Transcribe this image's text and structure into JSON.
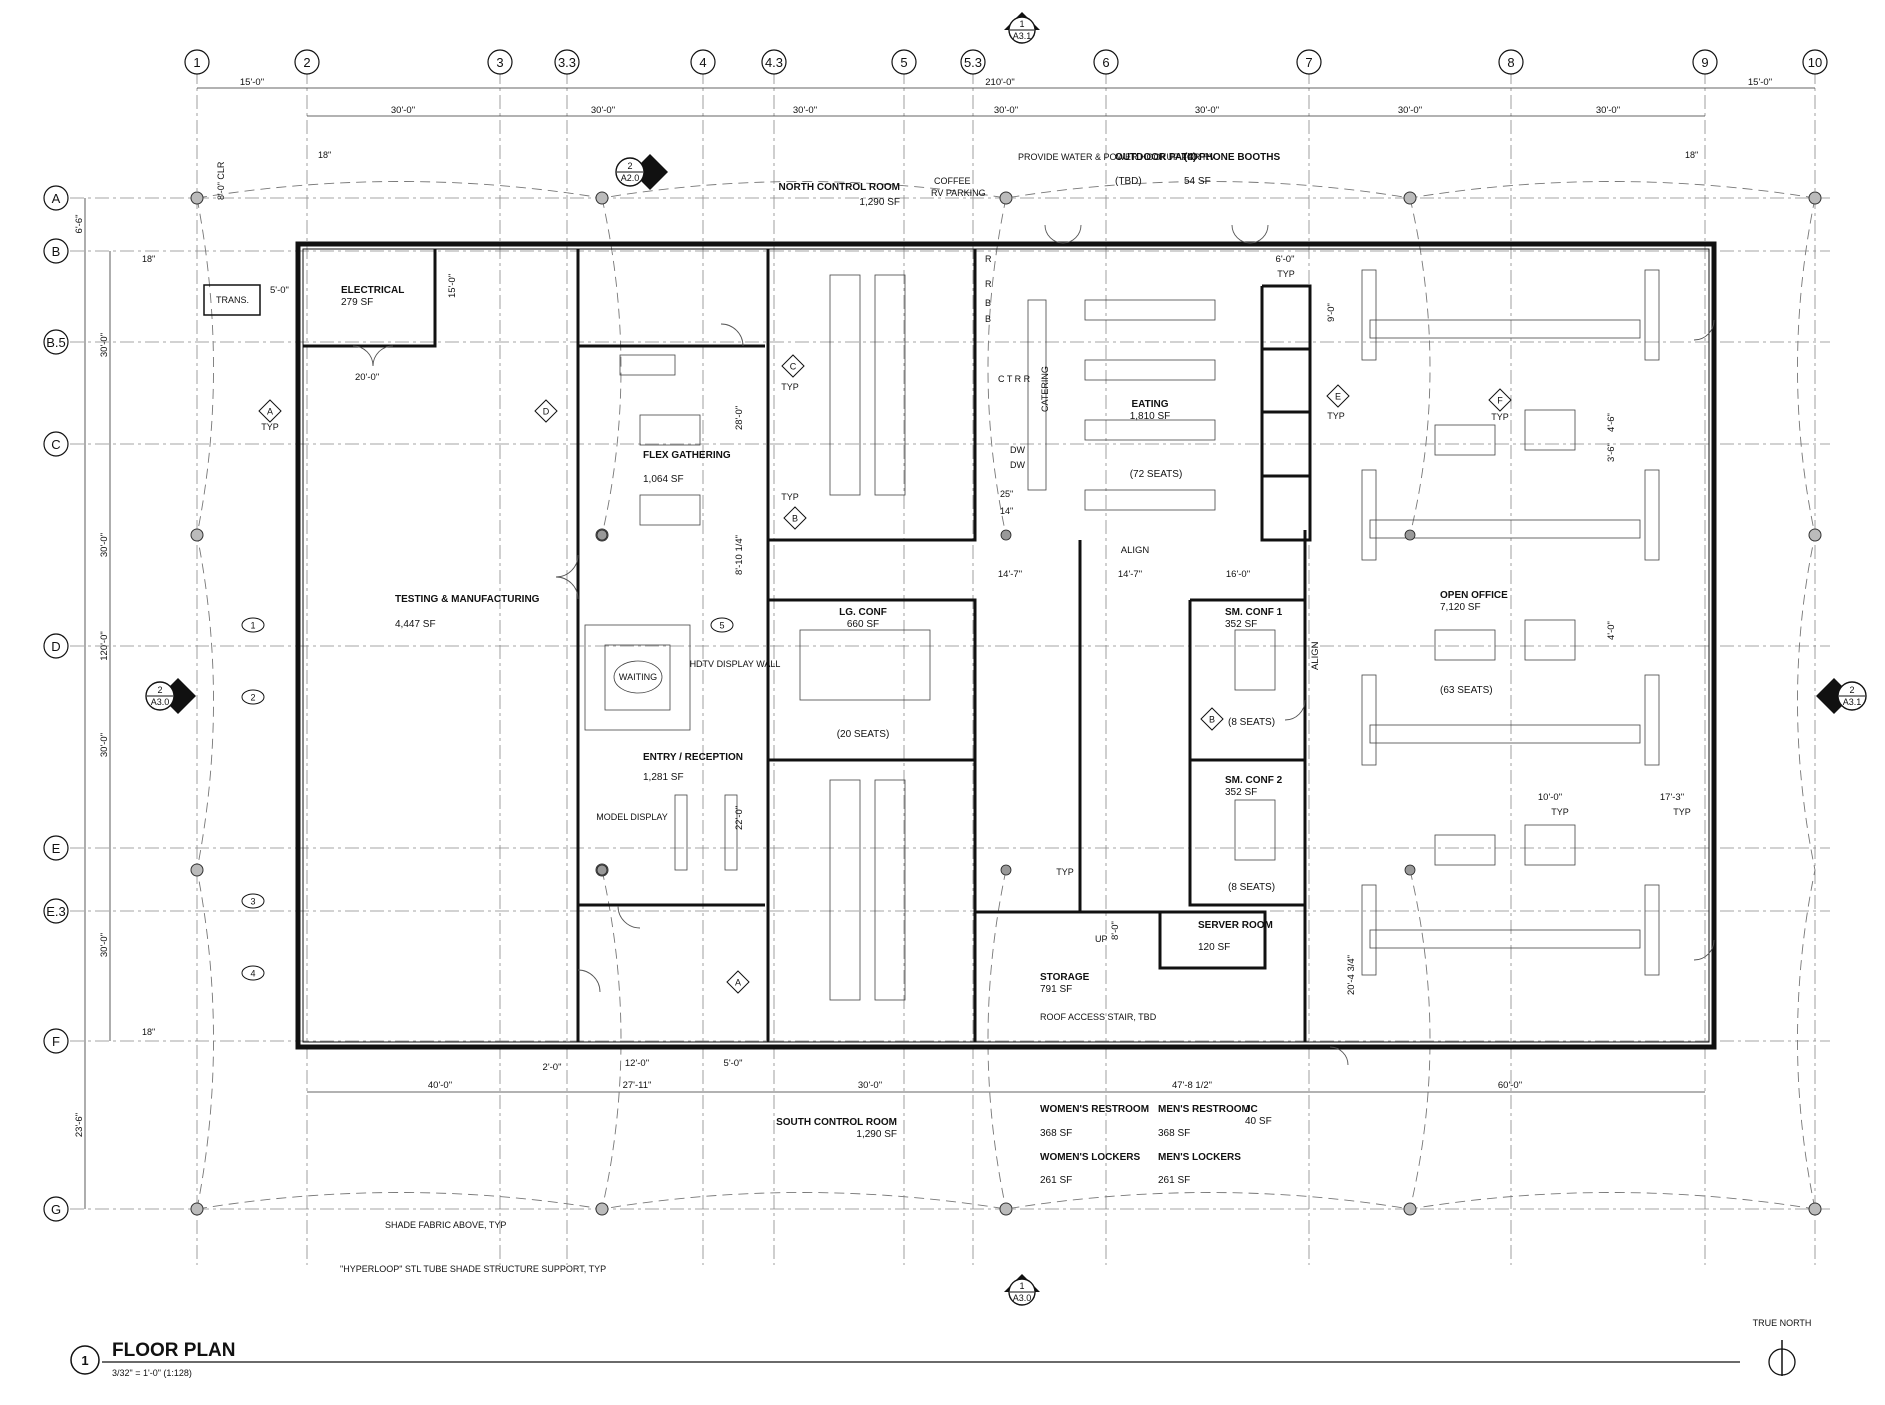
{
  "grid": {
    "columns": [
      "1",
      "2",
      "3",
      "3.3",
      "4",
      "4.3",
      "5",
      "5.3",
      "6",
      "7",
      "8",
      "9",
      "10"
    ],
    "rows": [
      "A",
      "B",
      "B.5",
      "C",
      "D",
      "E",
      "E.3",
      "F",
      "G"
    ]
  },
  "dimensions": {
    "overall": "210'-0\"",
    "bay": "30'-0\"",
    "end_bay": "15'-0\"",
    "left_total": "120'-0\"",
    "left_a_b": "6'-6\"",
    "left_f_g": "23'-6\"",
    "bottom": [
      "40'-0\"",
      "12'-0\"",
      "27'-11\"",
      "5'-0\"",
      "2'-0\"",
      "30'-0\"",
      "47'-8 1/2\"",
      "60'-0\""
    ],
    "misc": [
      "18\"",
      "5'-0\"",
      "15'-0\"",
      "20'-0\"",
      "28'-0\"",
      "8'-10 1/4\"",
      "22'-0\"",
      "14'-7\"",
      "16'-0\"",
      "6'-0\"",
      "9'-0\"",
      "10'-0\"",
      "17'-3\"",
      "4'-6\"",
      "3'-6\"",
      "4'-0\"",
      "20'-4 3/4\"",
      "25\"",
      "14\"",
      "8'-0\"",
      "ALIGN",
      "TYP"
    ]
  },
  "rooms": [
    {
      "name": "ELECTRICAL",
      "area": "279 SF"
    },
    {
      "name": "TESTING & MANUFACTURING",
      "area": "4,447 SF"
    },
    {
      "name": "FLEX GATHERING",
      "area": "1,064 SF"
    },
    {
      "name": "ENTRY / RECEPTION",
      "area": "1,281 SF"
    },
    {
      "name": "NORTH CONTROL ROOM",
      "area": "1,290 SF"
    },
    {
      "name": "SOUTH CONTROL ROOM",
      "area": "1,290 SF"
    },
    {
      "name": "LG. CONF",
      "area": "660 SF",
      "seats": "(20 SEATS)"
    },
    {
      "name": "EATING",
      "area": "1,810 SF",
      "seats": "(72 SEATS)"
    },
    {
      "name": "SM. CONF 1",
      "area": "352 SF",
      "seats": "(8 SEATS)"
    },
    {
      "name": "SM. CONF 2",
      "area": "352 SF",
      "seats": "(8 SEATS)"
    },
    {
      "name": "OPEN OFFICE",
      "area": "7,120 SF",
      "seats": "(63 SEATS)"
    },
    {
      "name": "SERVER ROOM",
      "area": "120 SF"
    },
    {
      "name": "STORAGE",
      "area": "791 SF"
    },
    {
      "name": "WOMEN'S RESTROOM",
      "area": "368 SF"
    },
    {
      "name": "WOMEN'S LOCKERS",
      "area": "261 SF"
    },
    {
      "name": "MEN'S RESTROOM",
      "area": "368 SF"
    },
    {
      "name": "MEN'S LOCKERS",
      "area": "261 SF"
    },
    {
      "name": "JC",
      "area": "40 SF"
    },
    {
      "name": "OUTDOOR PATIO",
      "area": "(TBD)"
    },
    {
      "name": "(4) PHONE BOOTHS",
      "area": "54 SF"
    }
  ],
  "labels": {
    "trans": "TRANS.",
    "clr": "8'-0\" CLR",
    "waiting": "WAITING",
    "hdtv": "HDTV DISPLAY WALL",
    "model": "MODEL DISPLAY",
    "catering": "CATERING",
    "coffee": "COFFEE",
    "rv": "RV PARKING",
    "water_note": "PROVIDE WATER & POWER HOOKUP FOR RV",
    "roof_stair": "ROOF ACCESS STAIR, TBD",
    "up": "UP",
    "shade_fabric": "SHADE FABRIC ABOVE, TYP",
    "hyperloop": "\"HYPERLOOP\" STL TUBE SHADE STRUCTURE SUPPORT, TYP",
    "ctrr": "C T R R",
    "r": "R",
    "b": "B",
    "dw": "DW",
    "typ": "TYP",
    "align": "ALIGN"
  },
  "section_marks": [
    {
      "num": "1",
      "sheet": "A3.1"
    },
    {
      "num": "2",
      "sheet": "A2.0"
    },
    {
      "num": "2",
      "sheet": "A3.0"
    },
    {
      "num": "2",
      "sheet": "A3.1"
    },
    {
      "num": "1",
      "sheet": "A3.0"
    }
  ],
  "wall_tags": [
    "1",
    "2",
    "3",
    "4",
    "5"
  ],
  "furniture_tags": [
    "A",
    "B",
    "C",
    "D",
    "E",
    "F"
  ],
  "title": {
    "number": "1",
    "name": "FLOOR PLAN",
    "scale": "3/32\" = 1'-0\" (1:128)"
  },
  "north": "TRUE NORTH"
}
